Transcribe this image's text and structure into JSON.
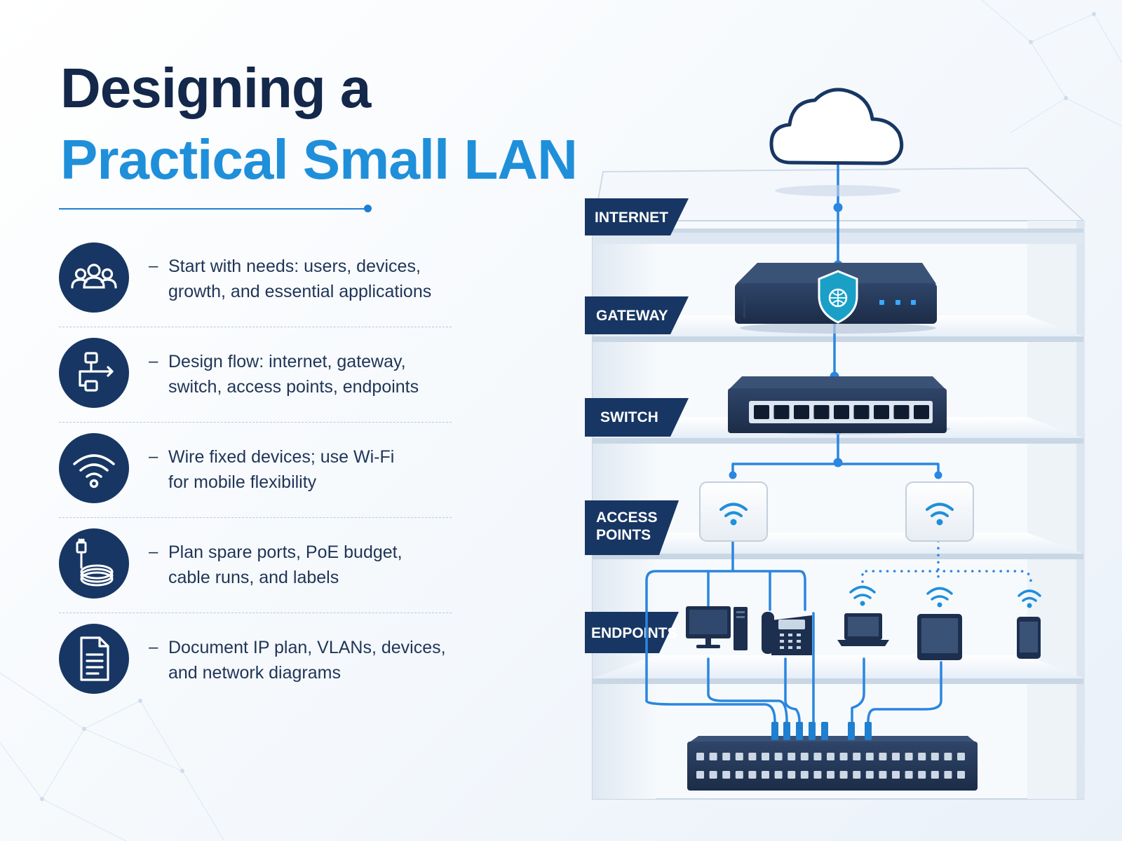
{
  "title": {
    "line1": "Designing a",
    "line2": "Practical Small LAN"
  },
  "tips": [
    {
      "icon": "users-icon",
      "line1": "Start with needs: users, devices,",
      "line2": "growth, and essential applications"
    },
    {
      "icon": "flow-chart-icon",
      "line1": "Design flow: internet, gateway,",
      "line2": "switch, access points, endpoints"
    },
    {
      "icon": "wifi-icon",
      "line1": "Wire fixed devices; use Wi-Fi",
      "line2": "for mobile flexibility"
    },
    {
      "icon": "ethernet-cable-icon",
      "line1": "Plan spare ports, PoE budget,",
      "line2": "cable runs, and labels"
    },
    {
      "icon": "document-icon",
      "line1": "Document IP plan, VLANs, devices,",
      "line2": "and network diagrams"
    }
  ],
  "diagram": {
    "tiers": {
      "internet": "INTERNET",
      "gateway": "GATEWAY",
      "switch": "SWITCH",
      "access_points_1": "ACCESS",
      "access_points_2": "POINTS",
      "endpoints": "ENDPOINTS"
    },
    "colors": {
      "navy": "#173663",
      "accent": "#1f7fd0",
      "link": "#2a86e0",
      "shelf": "#eaf1f8"
    }
  }
}
